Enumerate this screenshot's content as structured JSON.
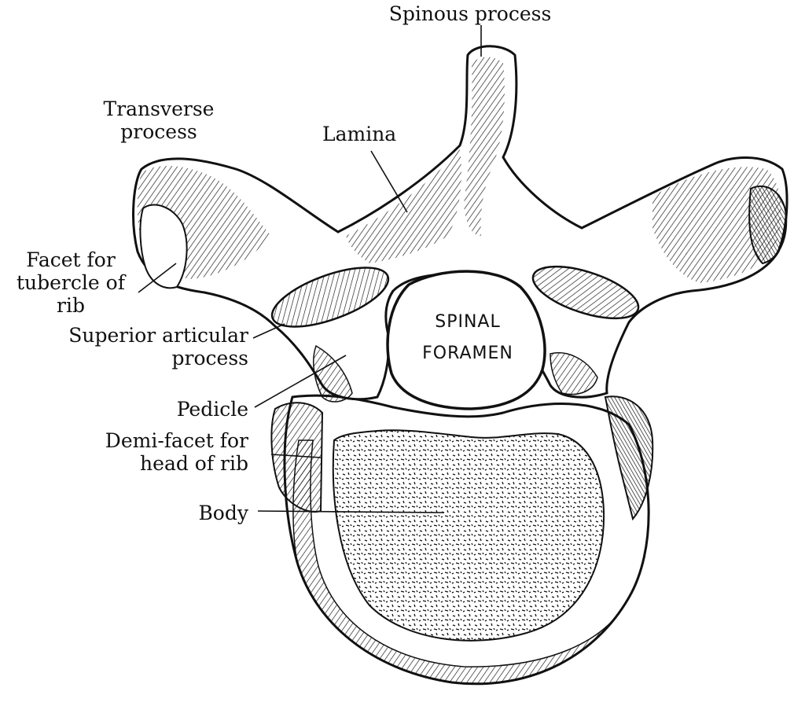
{
  "colors": {
    "ink": "#111111",
    "bone": "#ffffff",
    "background": "#ffffff"
  },
  "labels": {
    "spinous_process": "Spinous process",
    "transverse_process": [
      "Transverse",
      "process"
    ],
    "lamina": "Lamina",
    "facet_tubercle": [
      "Facet for",
      "tubercle of",
      "rib"
    ],
    "superior_articular": [
      "Superior articular",
      "process"
    ],
    "pedicle": "Pedicle",
    "demi_facet": [
      "Demi-facet for",
      "head of rib"
    ],
    "body": "Body",
    "spinal_foramen": [
      "SPINAL",
      "FORAMEN"
    ]
  }
}
